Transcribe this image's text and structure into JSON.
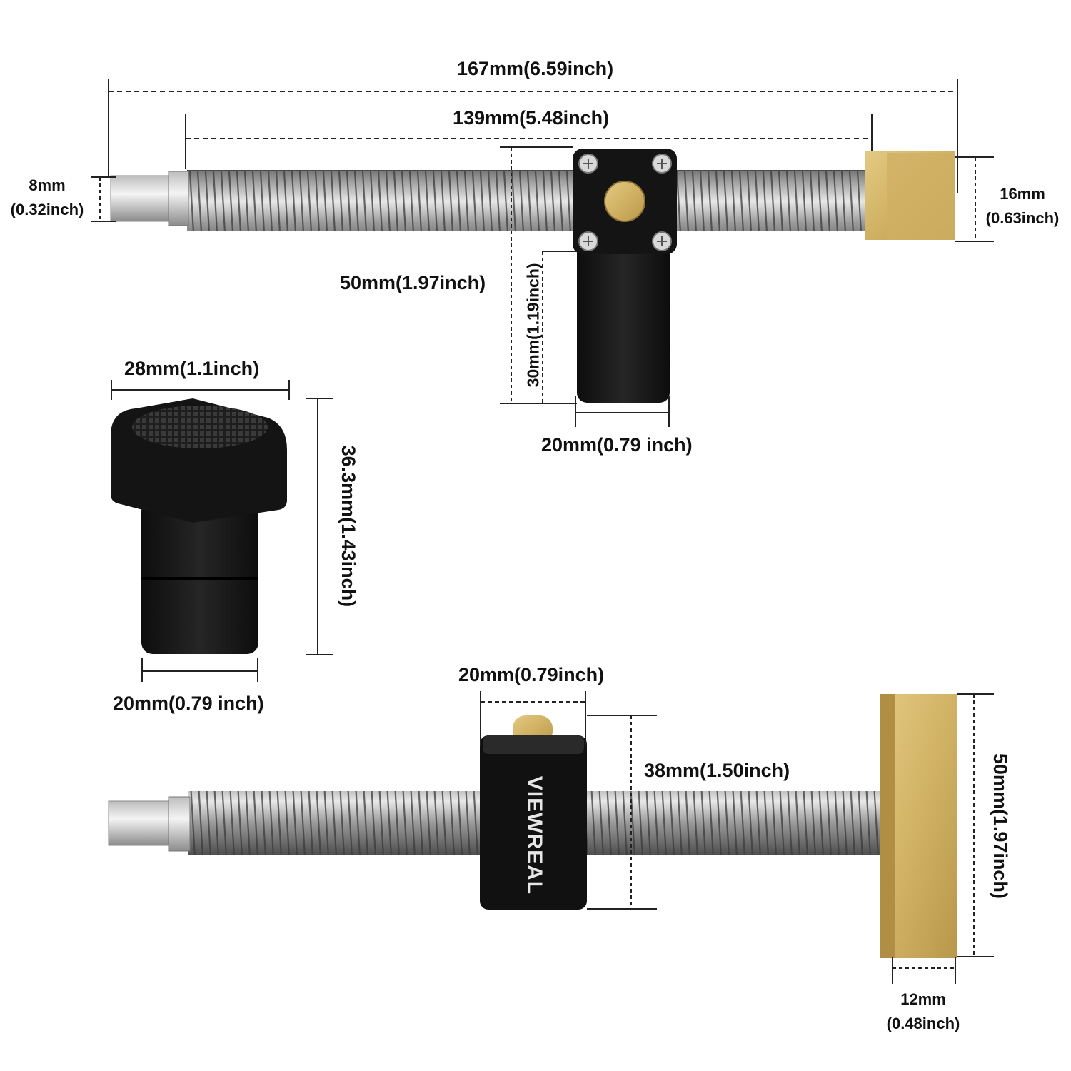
{
  "labels": {
    "total_length": "167mm(6.59inch)",
    "thread_length": "139mm(5.48inch)",
    "hex_dia_mm": "8mm",
    "hex_dia_in": "(0.32inch)",
    "brass_h_mm": "16mm",
    "brass_h_in": "(0.63inch)",
    "block_height": "50mm(1.97inch)",
    "post_height": "30mm(1.19inch)",
    "post_width": "20mm(0.79 inch)",
    "dog_width": "28mm(1.1inch)",
    "dog_height": "36.3mm(1.43inch)",
    "dog_post_width": "20mm(0.79 inch)",
    "block2_width": "20mm(0.79inch)",
    "block2_height": "38mm(1.50inch)",
    "pad_height": "50mm(1.97inch)",
    "pad_width_mm": "12mm",
    "pad_width_in": "(0.48inch)"
  },
  "brand": "VIEWREAL",
  "colors": {
    "metal_dark": "#5a5a5a",
    "metal_light": "#e6e6e6",
    "black_part": "#141414",
    "brass": "#d3b56a",
    "brass_dark": "#a8873e",
    "dim_line": "#222222"
  }
}
